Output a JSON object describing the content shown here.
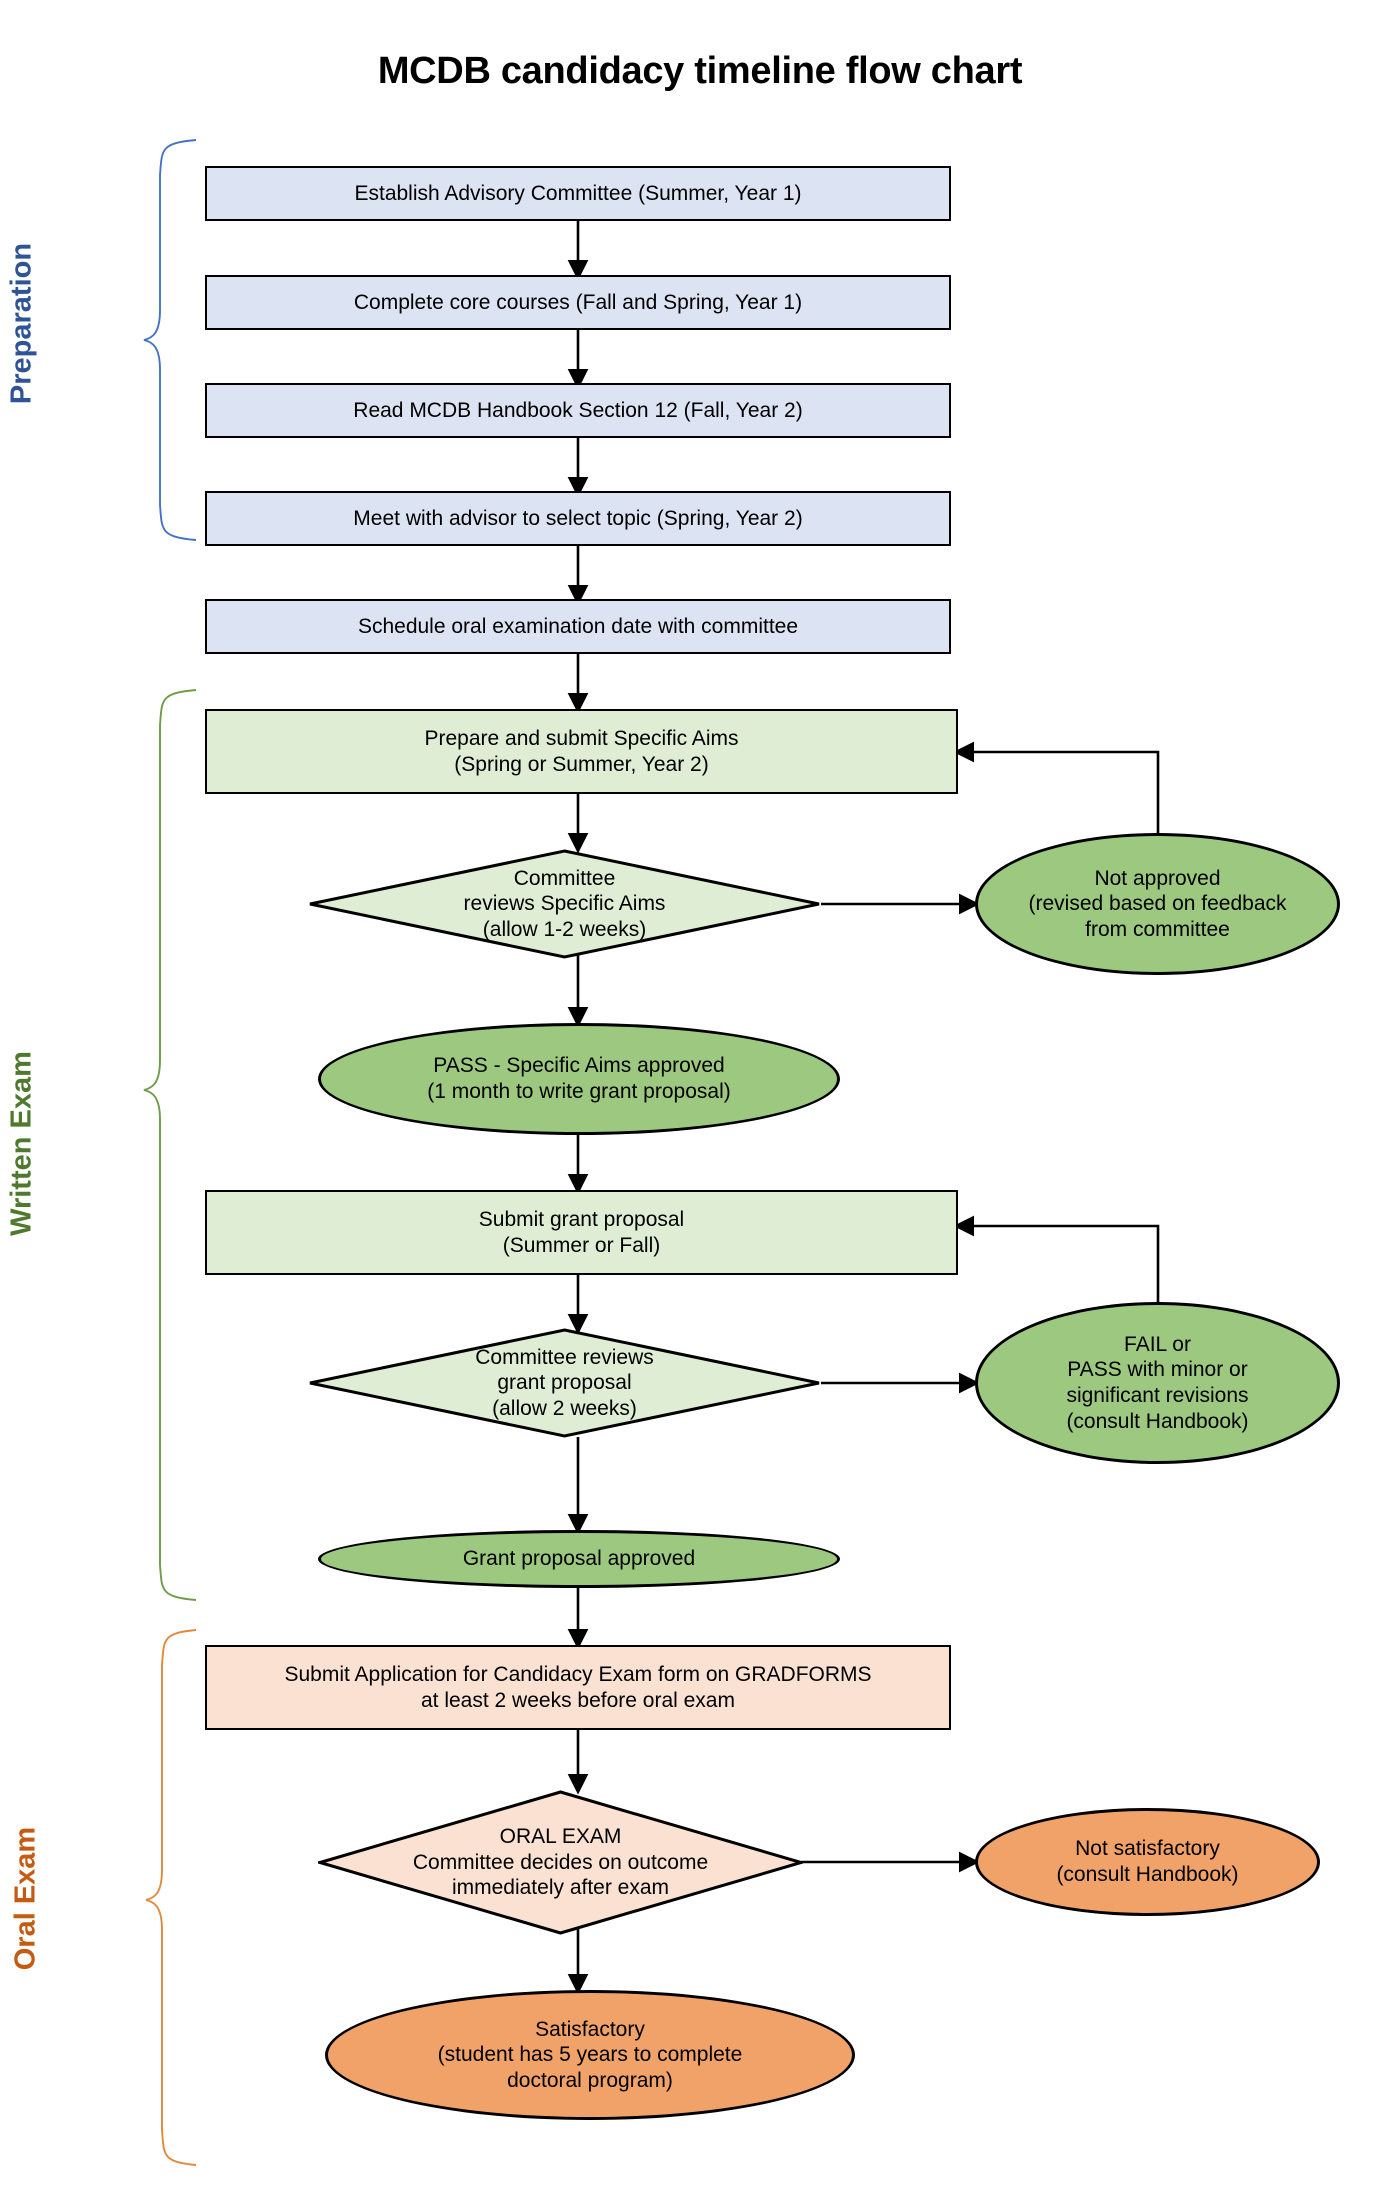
{
  "title": "MCDB candidacy timeline flow chart",
  "colors": {
    "rect_blue_fill": "#DCE3F2",
    "rect_green_fill": "#E0EDD5",
    "rect_peach_fill": "#FAE1D2",
    "ellipse_green_fill": "#9CC97F",
    "ellipse_orange_fill": "#F0A268",
    "label_blue": "#2E5496",
    "label_green": "#4F7A2E",
    "label_orange": "#C55A11",
    "stroke": "#000000"
  },
  "sections": [
    {
      "id": "preparation",
      "label": "Preparation",
      "color": "#2E5496"
    },
    {
      "id": "written-exam",
      "label": "Written Exam",
      "color": "#4F7A2E"
    },
    {
      "id": "oral-exam",
      "label": "Oral Exam",
      "color": "#C55A11"
    }
  ],
  "nodes": {
    "establish_committee": "Establish Advisory Committee (Summer, Year 1)",
    "core_courses": "Complete core courses (Fall and Spring, Year 1)",
    "read_handbook": "Read MCDB Handbook Section 12 (Fall, Year 2)",
    "meet_advisor": "Meet with advisor to select topic (Spring, Year 2)",
    "schedule_oral": "Schedule oral examination date with committee",
    "submit_specific_aims": "Prepare and submit Specific Aims\n(Spring or Summer, Year 2)",
    "review_specific_aims": "Committee\nreviews Specific Aims\n(allow 1-2 weeks)",
    "not_approved": "Not approved\n(revised based on feedback\nfrom committee",
    "pass_specific_aims": "PASS - Specific Aims approved\n(1 month to write grant proposal)",
    "submit_grant": "Submit grant proposal\n(Summer or Fall)",
    "review_grant": "Committee reviews\ngrant proposal\n(allow 2 weeks)",
    "fail_or_pass": "FAIL or\nPASS with minor or\nsignificant revisions\n(consult Handbook)",
    "grant_approved": "Grant proposal approved",
    "submit_gradforms": "Submit Application for Candidacy Exam  form on GRADFORMS\nat least 2 weeks before oral exam",
    "oral_exam_decision": "ORAL EXAM\nCommittee decides on outcome\nimmediately after exam",
    "not_satisfactory": "Not satisfactory\n(consult Handbook)",
    "satisfactory": "Satisfactory\n(student has 5 years to complete\ndoctoral program)"
  },
  "flow": {
    "type": "flowchart",
    "orientation": "top-to-bottom",
    "edges": [
      {
        "from": "establish_committee",
        "to": "core_courses"
      },
      {
        "from": "core_courses",
        "to": "read_handbook"
      },
      {
        "from": "read_handbook",
        "to": "meet_advisor"
      },
      {
        "from": "meet_advisor",
        "to": "schedule_oral"
      },
      {
        "from": "schedule_oral",
        "to": "submit_specific_aims"
      },
      {
        "from": "submit_specific_aims",
        "to": "review_specific_aims"
      },
      {
        "from": "review_specific_aims",
        "to": "not_approved"
      },
      {
        "from": "not_approved",
        "to": "submit_specific_aims"
      },
      {
        "from": "review_specific_aims",
        "to": "pass_specific_aims"
      },
      {
        "from": "pass_specific_aims",
        "to": "submit_grant"
      },
      {
        "from": "submit_grant",
        "to": "review_grant"
      },
      {
        "from": "review_grant",
        "to": "fail_or_pass"
      },
      {
        "from": "fail_or_pass",
        "to": "submit_grant"
      },
      {
        "from": "review_grant",
        "to": "grant_approved"
      },
      {
        "from": "grant_approved",
        "to": "submit_gradforms"
      },
      {
        "from": "submit_gradforms",
        "to": "oral_exam_decision"
      },
      {
        "from": "oral_exam_decision",
        "to": "not_satisfactory"
      },
      {
        "from": "oral_exam_decision",
        "to": "satisfactory"
      }
    ]
  }
}
